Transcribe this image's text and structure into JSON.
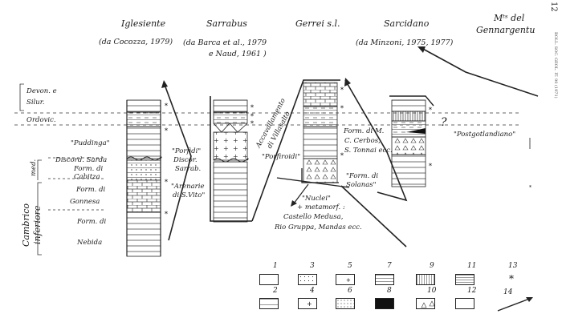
{
  "page_number": "12",
  "side_text": "BOLL. SOC. GEOL. IT. 90 (1971)",
  "columns": [
    {
      "title": "Iglesiente",
      "ref": "(da Cocozza, 1979)"
    },
    {
      "title": "Sarrabus",
      "ref_line1": "(da Barca et al., 1979",
      "ref_line2": "e Naud, 1961 )"
    },
    {
      "title": "Gerrei s.l.",
      "ref": ""
    },
    {
      "title": "Sarcidano",
      "ref": "(da Minzoni, 1975, 1977)"
    },
    {
      "title_line1": "Mᵗˢ del",
      "title_line2": "Gennargentu"
    }
  ],
  "left_labels": {
    "devon": "Devon. e",
    "silur": "Silur.",
    "ordovic": "Ordovic.",
    "med": "med.",
    "cambrico": "Cambrico",
    "inferiore": "inferiore"
  },
  "iglesiente_labels": {
    "puddinga": "\"Puddinga\"",
    "discord": "Discord. Sarda",
    "cabitza1": "Form. di",
    "cabitza2": "Cabitza",
    "gonnesa1": "Form. di",
    "gonnesa2": "Gonnesa",
    "nebida1": "Form. di",
    "nebida2": "Nebida"
  },
  "sarrabus_labels": {
    "porfidi": "\"Porfidi\"",
    "discor": "Discor.",
    "sarrab": "Sarrab.",
    "arenarie": "\"Arenarie",
    "svito": "di S.Vito\""
  },
  "gerrei_labels": {
    "accavallamento": "Accavallamento",
    "villasalto": "di Villasalto",
    "porfiroidi": "\"Porfiroidi\"",
    "cerbos1": "Form. di M.",
    "cerbos2": "C. Cerbos,",
    "cerbos3": "S. Tonnai ecc.",
    "solanas1": "\"Form. di",
    "solanas2": "Solanas\"",
    "nuclei1": "\"Nuclei\"",
    "nuclei2": "+ metamorf. :",
    "nuclei3": "Castello Medusa,",
    "nuclei4": "Rio Gruppa, Mandas ecc."
  },
  "sarcidano_labels": {
    "question": "?",
    "postgotlandiano": "\"Postgotlandiano\""
  },
  "legend": [
    "1",
    "2",
    "3",
    "4",
    "5",
    "6",
    "7",
    "8",
    "9",
    "10",
    "11",
    "12",
    "13",
    "14"
  ],
  "legend_star": "*"
}
